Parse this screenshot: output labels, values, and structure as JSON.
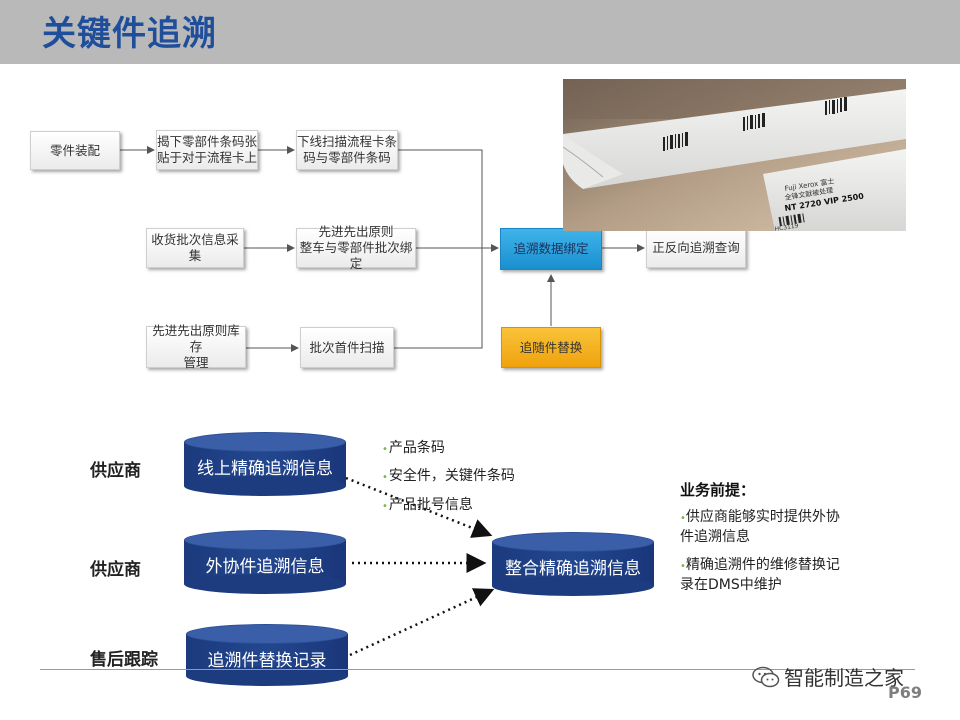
{
  "title": "关键件追溯",
  "flow": {
    "boxes": {
      "parts_assembly": "零件装配",
      "peel_label": [
        "揭下零部件条码张",
        "贴于对于流程卡上"
      ],
      "offline_scan": [
        "下线扫描流程卡条",
        "码与零部件条码"
      ],
      "receiving": "收货批次信息采集",
      "fifo_bind": [
        "先进先出原则",
        "整车与零部件批次绑定"
      ],
      "fifo_storage": [
        "先进先出原则库存",
        "管理"
      ],
      "first_scan": "批次首件扫描",
      "trace_bind": "追溯数据绑定",
      "replace": "追随件替换",
      "query": "正反向追溯查询"
    },
    "colors": {
      "blue": "#29a3df",
      "orange": "#f5b21a"
    }
  },
  "photo": {
    "label_lines": [
      "Fuji Xerox 富士",
      "全锋文献被处理",
      "NT 2720   VIP 2500"
    ],
    "label_code": "HC3119"
  },
  "integration": {
    "sources": [
      {
        "role": "供应商",
        "db": "线上精确追溯信息"
      },
      {
        "role": "供应商",
        "db": "外协件追溯信息"
      },
      {
        "role": "售后跟踪",
        "db": "追溯件替换记录"
      }
    ],
    "target": "整合精确追溯信息",
    "bullets": [
      "产品条码",
      "安全件，关键件条码",
      "产品批号信息"
    ],
    "premise_title": "业务前提：",
    "premises": [
      [
        "供应商能够实时提供外协",
        "件追溯信息"
      ],
      [
        "精确追溯件的维修替换记",
        "录在DMS中维护"
      ]
    ]
  },
  "footer": {
    "watermark": "智能制造之家",
    "page": "P69"
  }
}
